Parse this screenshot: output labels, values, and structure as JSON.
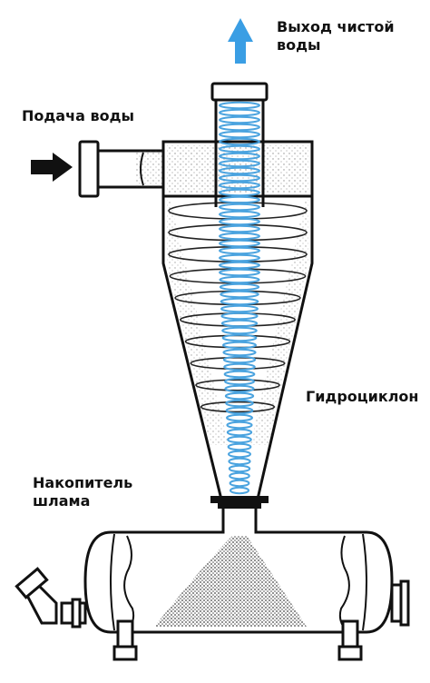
{
  "labels": {
    "outlet": "Выход чистой\nводы",
    "outlet_line1": "Выход чистой",
    "outlet_line2": "воды",
    "inlet": "Подача воды",
    "cyclone": "Гидроциклон",
    "sludge_line1": "Накопитель",
    "sludge_line2": "шлама"
  },
  "icons": {
    "outlet_arrow": "arrow-up-icon",
    "inlet_arrow": "arrow-right-icon"
  },
  "colors": {
    "outline": "#111111",
    "flow": "#4aa3df",
    "arrow_out": "#3a9ee4",
    "arrow_in": "#111111",
    "background": "#ffffff"
  }
}
